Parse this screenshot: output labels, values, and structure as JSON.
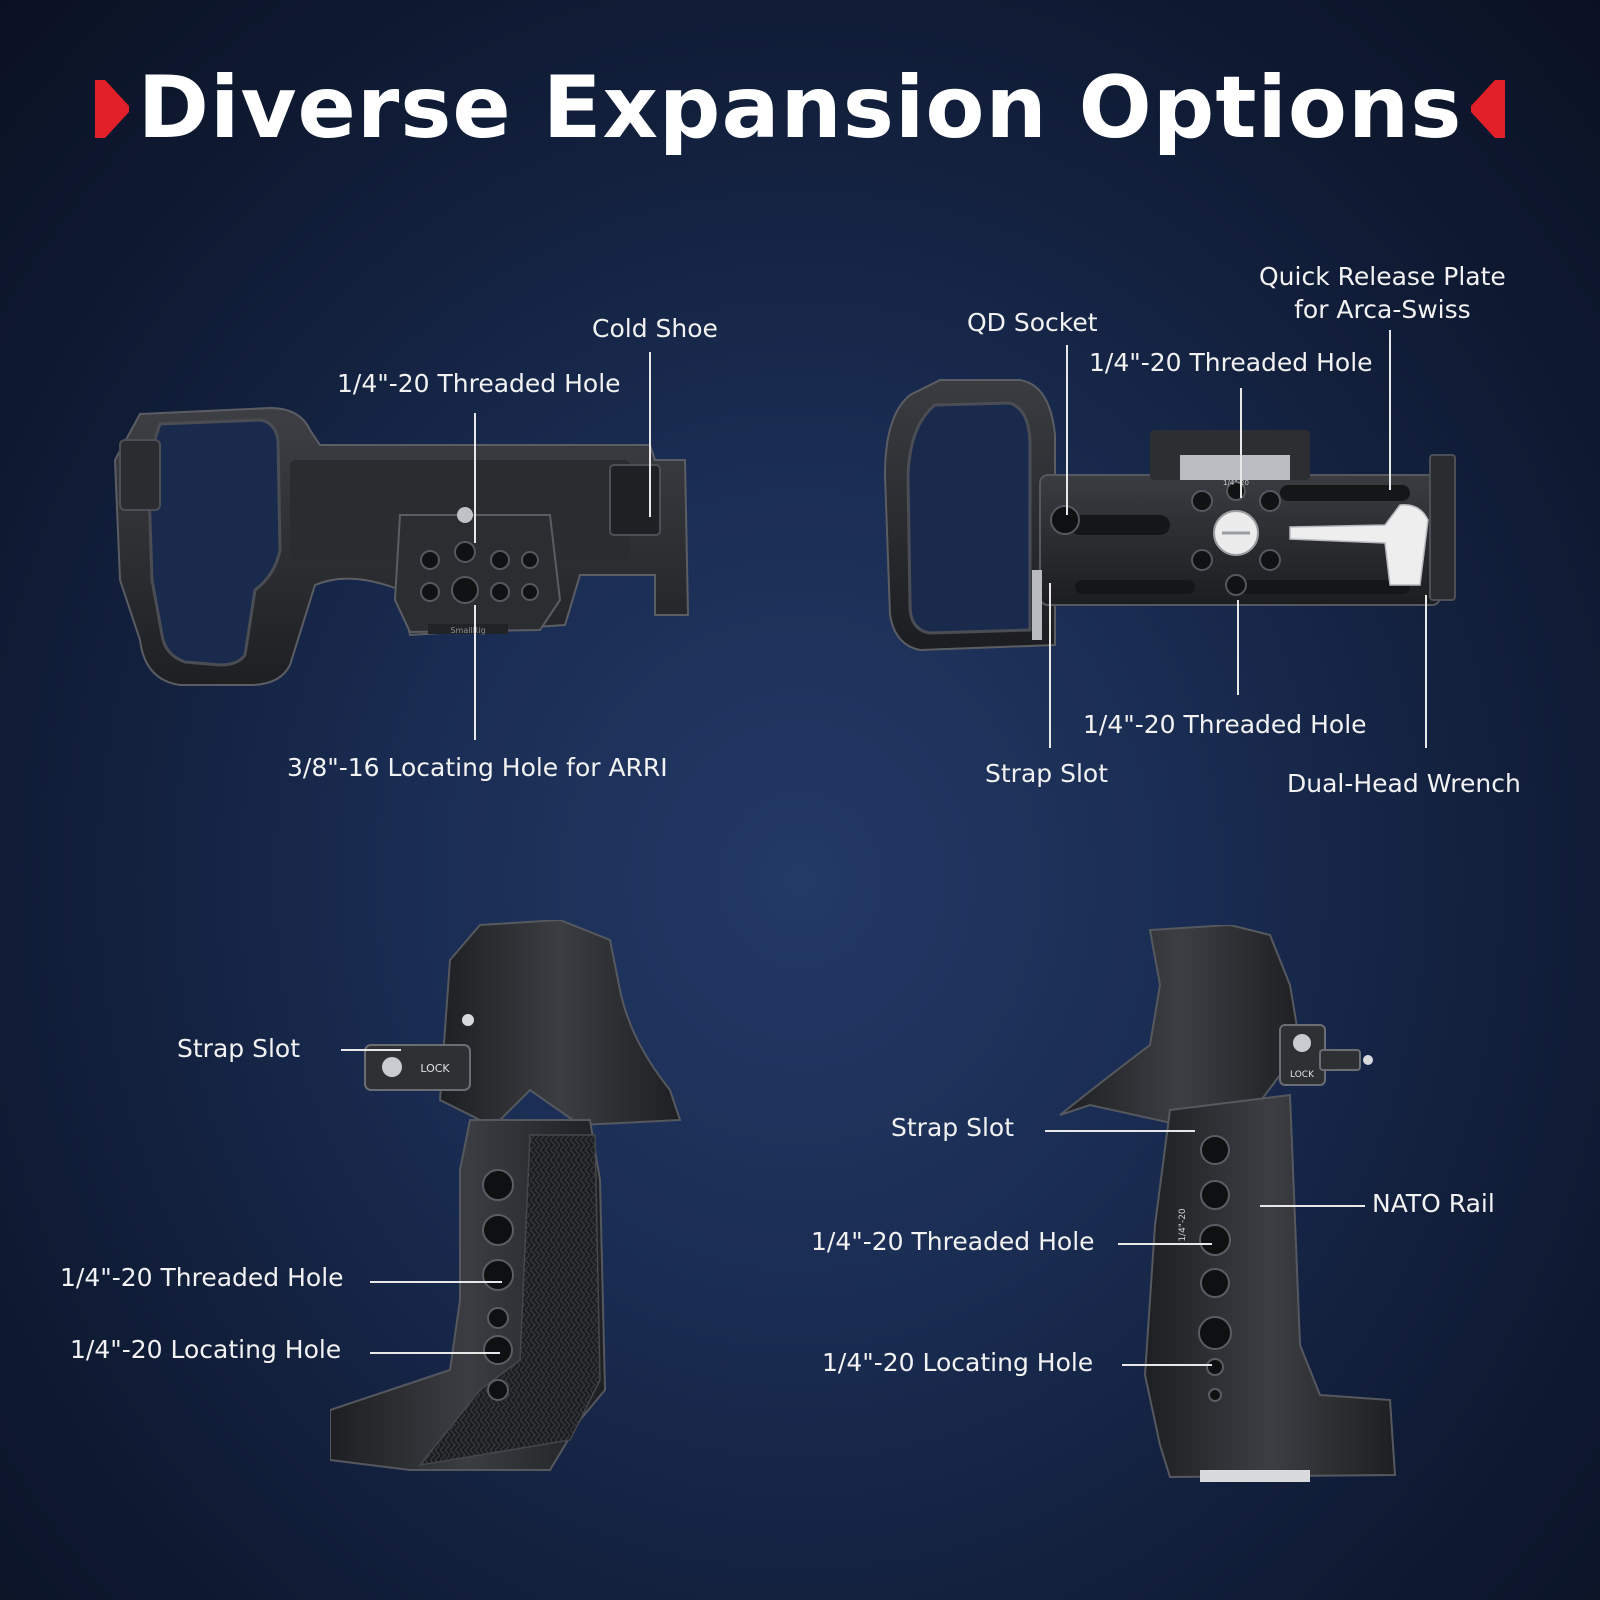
{
  "title": "Diverse Expansion Options",
  "accent_color": "#e1202a",
  "panels": {
    "top_left": {
      "labels": {
        "cold_shoe": "Cold Shoe",
        "threaded_hole": "1/4\"-20 Threaded Hole",
        "locating_hole_arri": "3/8\"-16 Locating Hole for ARRI"
      },
      "product_marking": "SmallRig"
    },
    "top_right": {
      "labels": {
        "quick_release": "Quick Release Plate\nfor Arca-Swiss",
        "qd_socket": "QD Socket",
        "threaded_hole_top": "1/4\"-20 Threaded Hole",
        "threaded_hole_bottom": "1/4\"-20 Threaded Hole",
        "strap_slot": "Strap Slot",
        "dual_head_wrench": "Dual-Head Wrench"
      },
      "product_marking": "1/4\"-20"
    },
    "bottom_left": {
      "labels": {
        "strap_slot": "Strap Slot",
        "threaded_hole": "1/4\"-20 Threaded Hole",
        "locating_hole": "1/4\"-20 Locating Hole"
      },
      "product_marking": "LOCK"
    },
    "bottom_right": {
      "labels": {
        "strap_slot": "Strap Slot",
        "nato_rail": "NATO Rail",
        "threaded_hole": "1/4\"-20 Threaded Hole",
        "locating_hole": "1/4\"-20 Locating Hole"
      },
      "product_marking": "LOCK",
      "product_marking_2": "1/4\"-20"
    }
  }
}
